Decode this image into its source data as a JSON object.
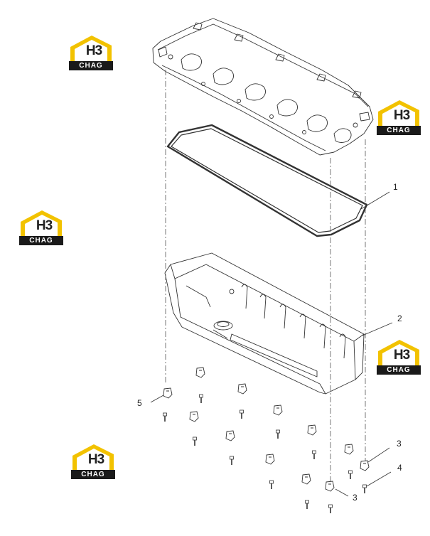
{
  "logo": {
    "mark": "H3",
    "wordmark": "CHAG",
    "colors": {
      "roof": "#f2c200",
      "roof_inner": "#ffe14d",
      "text": "#1a1a1a",
      "band": "#1a1a1a"
    }
  },
  "callouts": {
    "c1": "1",
    "c2": "2",
    "c3a": "3",
    "c3b": "3",
    "c4": "4",
    "c5": "5"
  },
  "parts": {
    "cylinder_head": "cylinder-head",
    "gasket": "rocker-cover-gasket",
    "cover": "rocker-cover",
    "bolts": "bolt",
    "clips": "clip"
  }
}
